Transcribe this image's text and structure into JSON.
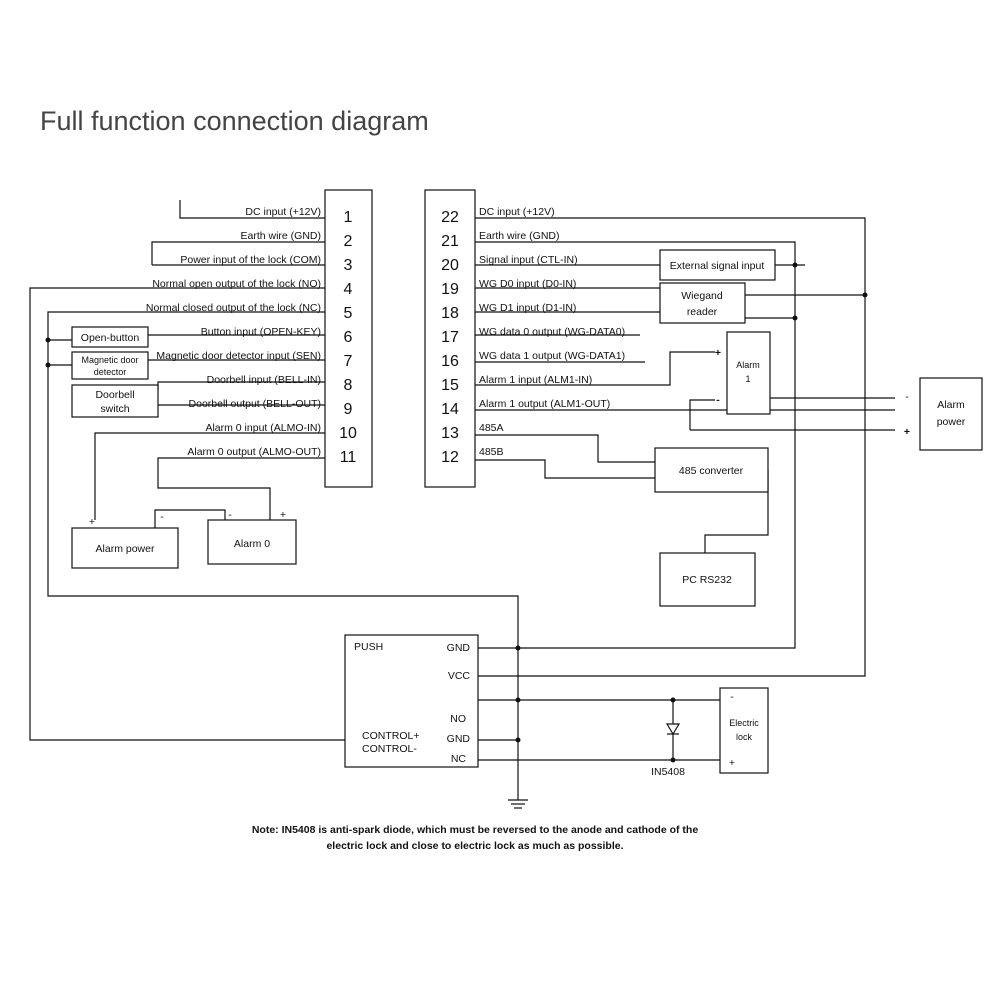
{
  "title": "Full function connection diagram",
  "left_terminals": [
    {
      "num": "1",
      "label": "DC input (+12V)"
    },
    {
      "num": "2",
      "label": "Earth wire (GND)"
    },
    {
      "num": "3",
      "label": "Power input of the lock (COM)"
    },
    {
      "num": "4",
      "label": "Normal open output of the lock (NO)"
    },
    {
      "num": "5",
      "label": "Normal closed output of the lock (NC)"
    },
    {
      "num": "6",
      "label": "Button input (OPEN-KEY)"
    },
    {
      "num": "7",
      "label": "Magnetic door detector input (SEN)"
    },
    {
      "num": "8",
      "label": "Doorbell input (BELL-IN)"
    },
    {
      "num": "9",
      "label": "Doorbell output (BELL-OUT)"
    },
    {
      "num": "10",
      "label": "Alarm 0 input (ALMO-IN)"
    },
    {
      "num": "11",
      "label": "Alarm 0 output (ALMO-OUT)"
    }
  ],
  "right_terminals": [
    {
      "num": "22",
      "label": "DC input (+12V)"
    },
    {
      "num": "21",
      "label": "Earth wire (GND)"
    },
    {
      "num": "20",
      "label": "Signal input (CTL-IN)"
    },
    {
      "num": "19",
      "label": "WG D0 input (D0-IN)"
    },
    {
      "num": "18",
      "label": "WG D1 input (D1-IN)"
    },
    {
      "num": "17",
      "label": "WG data 0 output (WG-DATA0)"
    },
    {
      "num": "16",
      "label": "WG data 1 output (WG-DATA1)"
    },
    {
      "num": "15",
      "label": "Alarm 1 input (ALM1-IN)"
    },
    {
      "num": "14",
      "label": "Alarm 1 output (ALM1-OUT)"
    },
    {
      "num": "13",
      "label": "485A"
    },
    {
      "num": "12",
      "label": "485B"
    }
  ],
  "boxes": {
    "open_button": "Open-button",
    "magnetic_line1": "Magnetic door",
    "magnetic_line2": "detector",
    "doorbell_line1": "Doorbell",
    "doorbell_line2": "switch",
    "alarm_power_left": "Alarm power",
    "alarm0": "Alarm 0",
    "external_signal": "External signal input",
    "wiegand_line1": "Wiegand",
    "wiegand_line2": "reader",
    "alarm1_line1": "Alarm",
    "alarm1_line2": "1",
    "alarm_power_right_line1": "Alarm",
    "alarm_power_right_line2": "power",
    "converter_485": "485 converter",
    "pc_rs232": "PC  RS232",
    "electric_lock_line1": "Electric",
    "electric_lock_line2": "lock"
  },
  "push_box": {
    "push": "PUSH",
    "gnd_top": "GND",
    "vcc": "VCC",
    "no": "NO",
    "control_plus": "CONTROL+",
    "gnd_mid": "GND",
    "control_minus": "CONTROL-",
    "nc": "NC"
  },
  "polarity": {
    "plus": "+",
    "minus": "-"
  },
  "diode_label": "IN5408",
  "note_line1": "Note: IN5408 is anti-spark diode, which must be reversed to the anode and cathode of the",
  "note_line2": "electric lock and close to electric lock as much as possible."
}
